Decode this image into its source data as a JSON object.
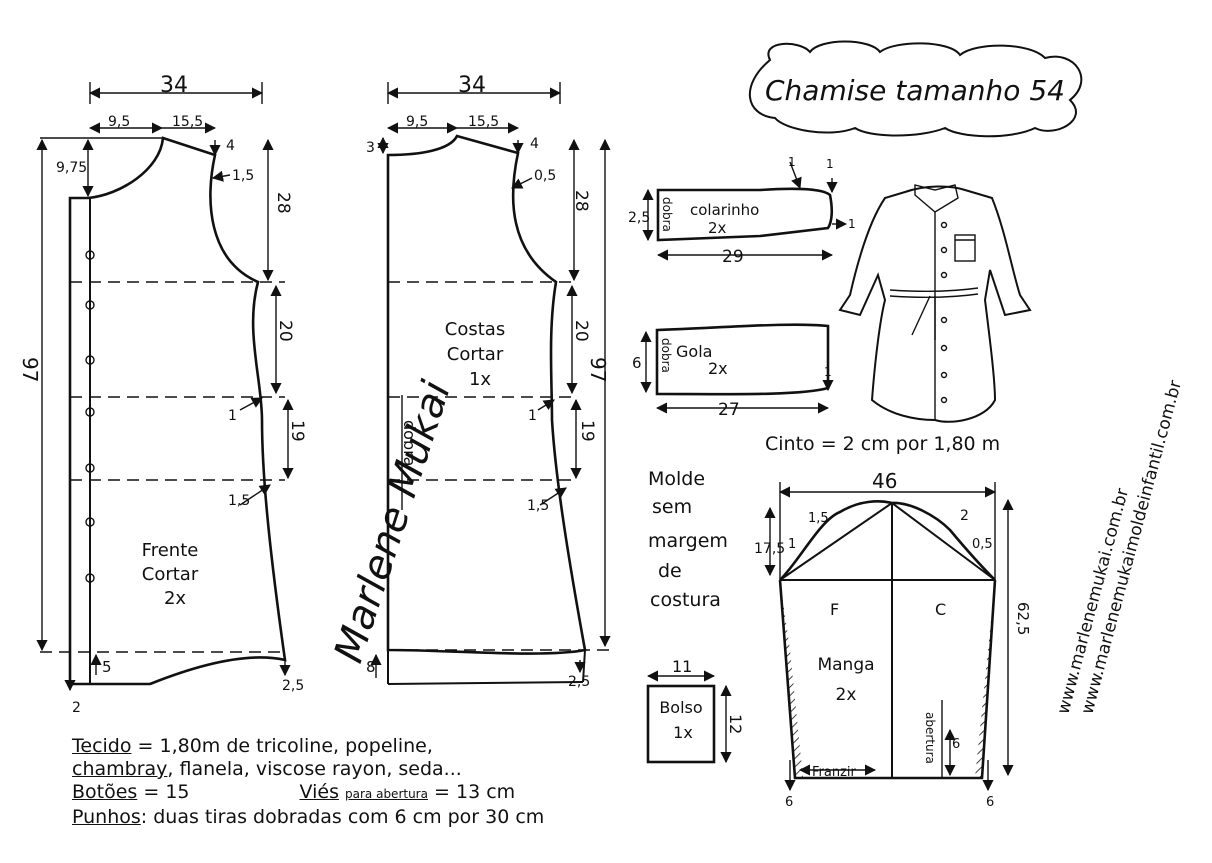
{
  "title": "Chamise tamanho 54",
  "front": {
    "name": "Frente",
    "cut": "Cortar",
    "qty": "2x",
    "width": "34",
    "neck_w": "9,5",
    "shoulder_w": "15,5",
    "neck_depth": "9,75",
    "shoulder_drop": "4",
    "armhole_in": "1,5",
    "armhole_h": "28",
    "waist_h": "20",
    "hip_h": "19",
    "waist_in": "1",
    "hip_out": "1,5",
    "length": "97",
    "hem_up": "5",
    "hem_out": "2,5",
    "hem_in": "2"
  },
  "back": {
    "name": "Costas",
    "cut": "Cortar",
    "qty": "1x",
    "width": "34",
    "neck_w": "9,5",
    "shoulder_w": "15,5",
    "neck_depth": "3",
    "shoulder_drop": "4",
    "armhole_in": "0,5",
    "armhole_h": "28",
    "waist_h": "20",
    "hip_h": "19",
    "waist_in": "1",
    "hip_out": "1,5",
    "length": "97",
    "fold": "dobra",
    "hem_up": "8",
    "hem_out": "2,5"
  },
  "signature": "Marlene Mukai",
  "collar_stand": {
    "name": "colarinho",
    "qty": "2x",
    "fold": "dobra",
    "height": "2,5",
    "length": "29",
    "tip_up": "1",
    "tip_a": "1",
    "tip_b": "1"
  },
  "collar": {
    "name": "Gola",
    "qty": "2x",
    "fold": "dobra",
    "height": "6",
    "length": "27",
    "tip": "1"
  },
  "belt_note": "Cinto = 2 cm por 1,80 m",
  "seam_note": [
    "Molde",
    "sem",
    "margem",
    "de",
    "costura"
  ],
  "sleeve": {
    "name": "Manga",
    "qty": "2x",
    "width": "46",
    "cap_h": "17,5",
    "length": "62,5",
    "cap_a": "1,5",
    "cap_b": "2",
    "cap_c": "1",
    "cap_d": "0,5",
    "front_mark": "F",
    "back_mark": "C",
    "gather": "Franzir",
    "opening": "abertura",
    "opening_len": "6",
    "hem_in_l": "6",
    "hem_in_r": "6"
  },
  "pocket": {
    "name": "Bolso",
    "qty": "1x",
    "width": "11",
    "height": "12"
  },
  "websites": [
    "www.marlenemukai.com.br",
    "www.marlenemukaimoldeinfantil.com.br"
  ],
  "notes": {
    "fabric_label": "Tecido",
    "fabric_1": "= 1,80m de tricoline, popeline,",
    "fabric_2_u": "chambray",
    "fabric_2": ", flanela, viscose rayon, seda...",
    "buttons_label": "Botões",
    "buttons": "= 15",
    "bias_label": "Viés",
    "bias_small": "para abertura",
    "bias": "= 13 cm",
    "cuffs_label": "Punhos",
    "cuffs": ": duas tiras dobradas com 6 cm por 30 cm"
  }
}
